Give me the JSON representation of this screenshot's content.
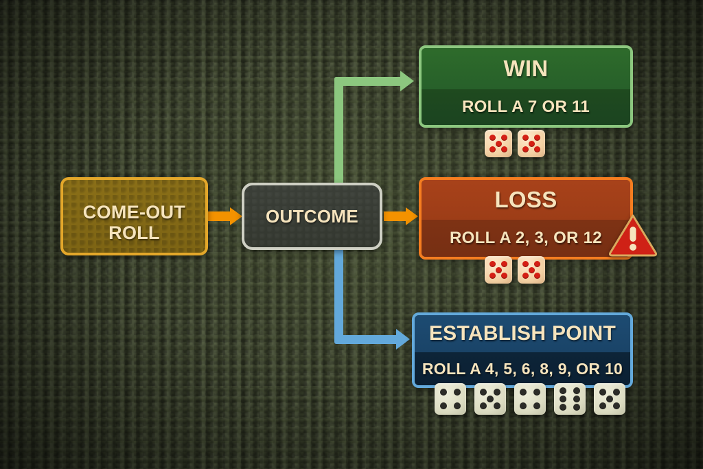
{
  "background": {
    "felt_color": "#424a32"
  },
  "nodes": {
    "comeout": {
      "label": "COME-OUT",
      "label2": "ROLL",
      "border_color": "#e3a72a"
    },
    "outcome": {
      "label": "OUTCOME",
      "border_color": "#cfd0c4"
    },
    "win": {
      "title": "WIN",
      "subtitle": "ROLL A 7 OR 11",
      "border_color": "#8cc77f"
    },
    "loss": {
      "title": "LOSS",
      "subtitle": "ROLL A 2, 3, OR 12",
      "border_color": "#f57d20"
    },
    "point": {
      "title": "ESTABLISH POINT",
      "subtitle": "ROLL A 4, 5, 6, 8, 9, OR 10",
      "border_color": "#63a9db"
    }
  },
  "connectors": [
    {
      "name": "comeout-to-outcome",
      "color": "#f39200"
    },
    {
      "name": "outcome-to-loss",
      "color": "#f39200"
    },
    {
      "name": "outcome-to-win",
      "color": "#8cc77f"
    },
    {
      "name": "outcome-to-point",
      "color": "#63a9db"
    }
  ],
  "icons": {
    "warning": "warning-triangle-icon",
    "warning_glyph": "!"
  },
  "dice": {
    "win": {
      "style": "red",
      "faces": [
        5,
        5
      ]
    },
    "loss": {
      "style": "red",
      "faces": [
        5,
        5
      ]
    },
    "point": {
      "style": "bone",
      "faces": [
        4,
        5,
        4,
        6,
        5
      ]
    }
  }
}
